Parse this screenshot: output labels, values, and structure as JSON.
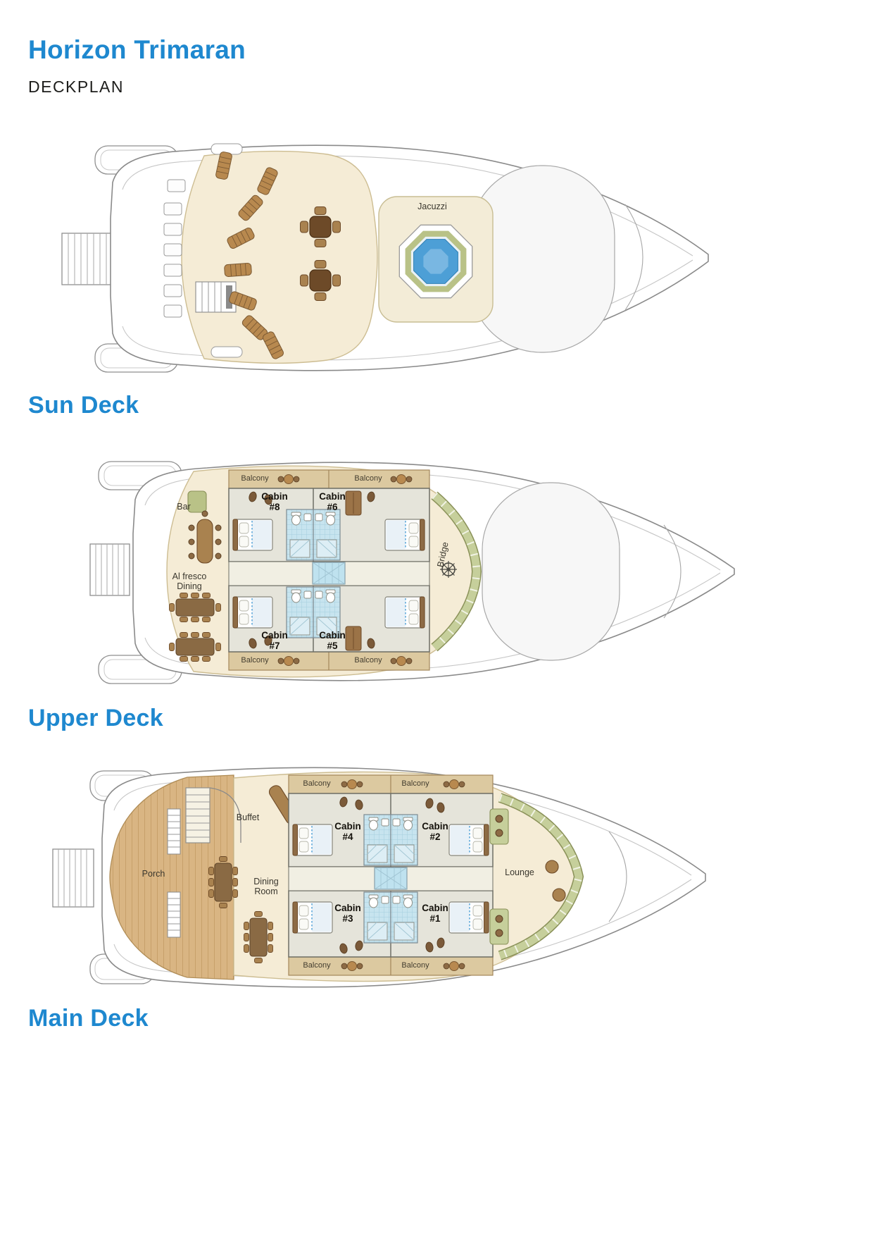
{
  "page": {
    "title": "Horizon Trimaran",
    "subtitle": "DECKPLAN"
  },
  "decks": {
    "sun": {
      "name": "Sun Deck",
      "labels": {
        "jacuzzi": "Jacuzzi"
      }
    },
    "upper": {
      "name": "Upper Deck",
      "labels": {
        "balcony": "Balcony",
        "bar": "Bar",
        "alfresco_dining": "Al fresco Dining",
        "bridge": "Bridge",
        "cabin8": "Cabin #8",
        "cabin6": "Cabin #6",
        "cabin7": "Cabin #7",
        "cabin5": "Cabin #5"
      }
    },
    "main": {
      "name": "Main Deck",
      "labels": {
        "balcony": "Balcony",
        "porch": "Porch",
        "buffet": "Buffet",
        "dining_room": "Dining Room",
        "lounge": "Lounge",
        "cabin4": "Cabin #4",
        "cabin2": "Cabin #2",
        "cabin3": "Cabin #3",
        "cabin1": "Cabin #1"
      }
    }
  },
  "colors": {
    "heading_blue": "#1e88cf",
    "deck_cream": "#f5ecd6",
    "balcony_tan": "#dcc9a0",
    "furniture_brown": "#a9824f",
    "jacuzzi_blue": "#4d9fd6",
    "accent_green": "#b9c287",
    "bathroom_blue": "#c7e4ef",
    "wood_porch": "#d9b583"
  }
}
